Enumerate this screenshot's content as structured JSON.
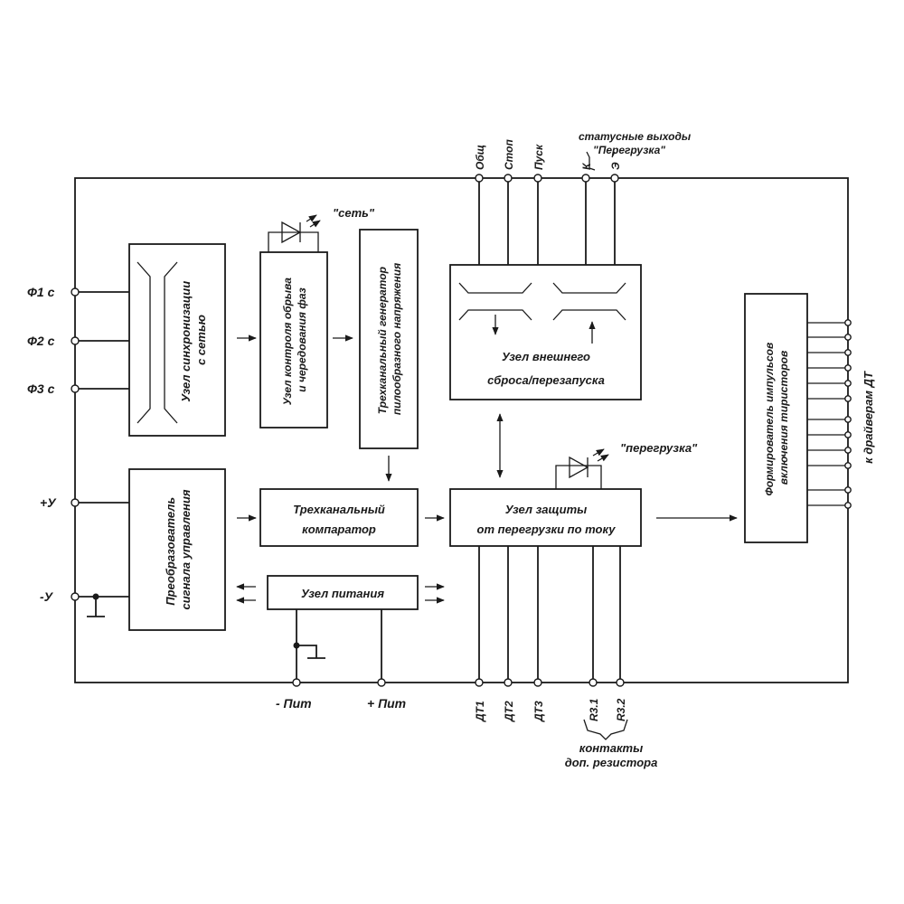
{
  "inputs": {
    "f1": "Ф1 с",
    "f2": "Ф2 с",
    "f3": "Ф3 с",
    "plus_u": "+У",
    "minus_u": "-У"
  },
  "blocks": {
    "sync": [
      "Узел синхронизации",
      "с сетью"
    ],
    "phase": [
      "Узел контроля обрыва",
      "и чередования фаз"
    ],
    "generator": [
      "Трехканальный генератор",
      "пилообразного напряжения"
    ],
    "reset": [
      "Узел внешнего",
      "сброса/перезапуска"
    ],
    "converter": [
      "Преобразователь",
      "сигнала управления"
    ],
    "comparator": [
      "Трехканальный",
      "компаратор"
    ],
    "power": "Узел питания",
    "protection": [
      "Узел защиты",
      "от перегрузки по току"
    ],
    "pulse": [
      "Формирователь импульсов",
      "включения тиристоров"
    ]
  },
  "leds": {
    "network": "\"сеть\"",
    "overload": "\"перегрузка\""
  },
  "top_pins": {
    "common": "Общ",
    "stop": "Стоп",
    "start": "Пуск",
    "k": "К",
    "e": "Э"
  },
  "status_outputs": [
    "статусные выходы",
    "\"Перегрузка\""
  ],
  "bottom_pins": {
    "minus_pit": "- Пит",
    "plus_pit": "+ Пит",
    "dt1": "ДТ1",
    "dt2": "ДТ2",
    "dt3": "ДТ3",
    "r31": "R3.1",
    "r32": "R3.2"
  },
  "resistor_contacts": [
    "контакты",
    "доп. резистора"
  ],
  "drivers_label": "к драйверам ДТ"
}
